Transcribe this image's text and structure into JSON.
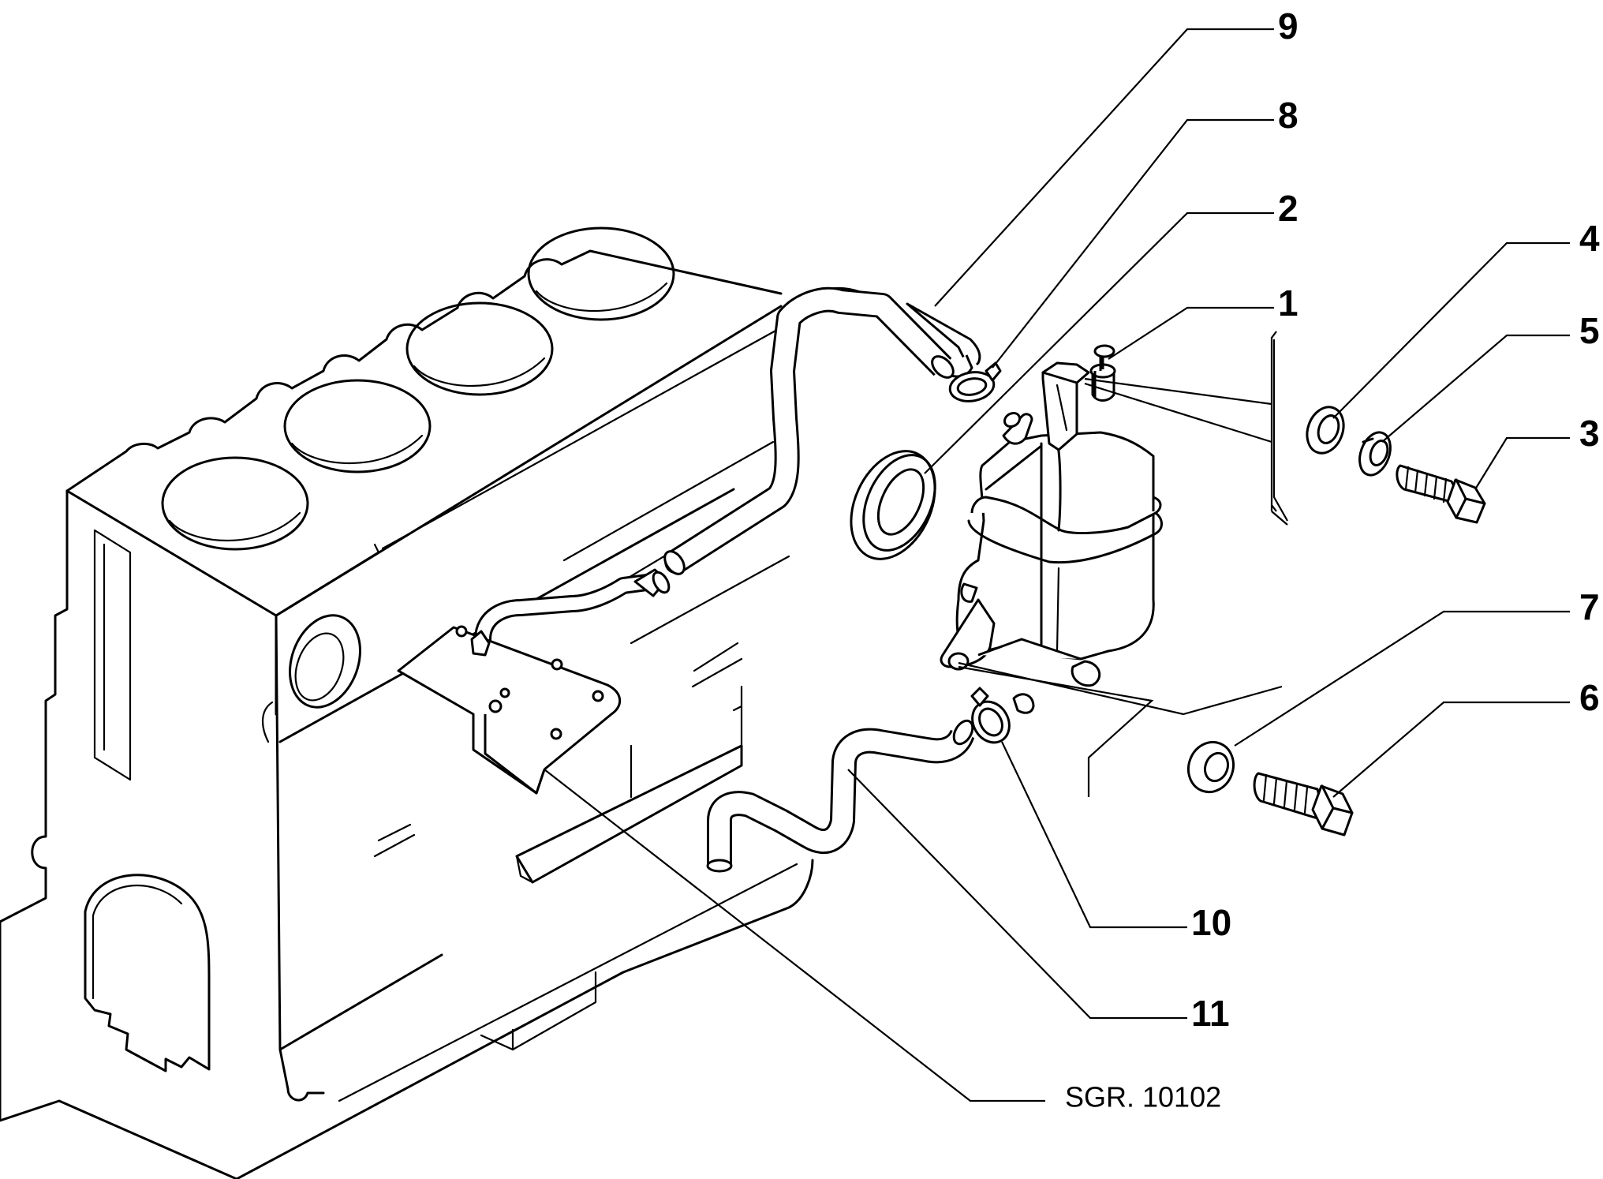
{
  "diagram": {
    "callouts": [
      {
        "id": "9",
        "label": "9"
      },
      {
        "id": "8",
        "label": "8"
      },
      {
        "id": "2",
        "label": "2"
      },
      {
        "id": "1",
        "label": "1"
      },
      {
        "id": "4",
        "label": "4"
      },
      {
        "id": "5",
        "label": "5"
      },
      {
        "id": "3",
        "label": "3"
      },
      {
        "id": "7",
        "label": "7"
      },
      {
        "id": "6",
        "label": "6"
      },
      {
        "id": "10",
        "label": "10"
      },
      {
        "id": "11",
        "label": "11"
      }
    ],
    "reference_code": "SGR. 10102"
  }
}
